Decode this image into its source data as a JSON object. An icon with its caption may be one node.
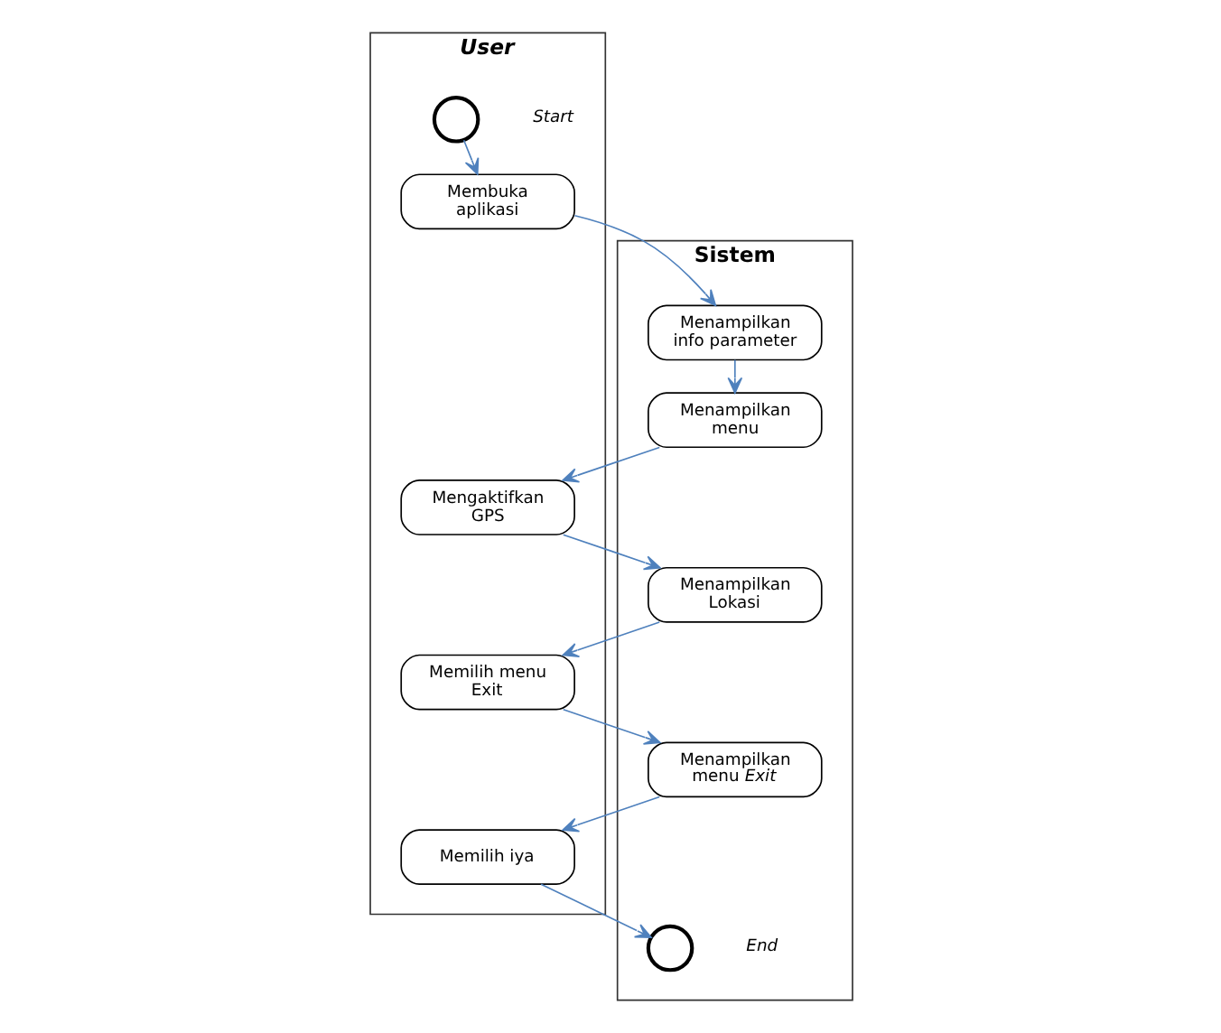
{
  "diagram": {
    "nodes": [
      {
        "text": [
          "User"
        ]
      },
      {
        "text": [
          "Sistem"
        ]
      },
      {
        "text": [],
        "shape": "circle",
        "beside": [
          "Start"
        ],
        "in": 0
      },
      {
        "text": [
          "Membuka aplikasi"
        ],
        "in": 0
      },
      {
        "text": [
          "Menampilkan info parameter"
        ],
        "in": 1
      },
      {
        "text": [
          "Mengaktifkan GPS"
        ],
        "in": 0
      },
      {
        "text": [
          "Menampilkan menu"
        ],
        "in": 1
      },
      {
        "text": [
          "Menampilkan Lokasi"
        ],
        "in": 1
      },
      {
        "text": [
          "Memilih menu Exit"
        ],
        "in": 0
      },
      {
        "text": [
          "Menampilkan menu *Exit*"
        ],
        "in": 1
      },
      {
        "text": [
          "Memilih iya"
        ],
        "in": 0
      },
      {
        "text": [],
        "shape": "circle",
        "beside": [
          "End"
        ],
        "in": 1
      }
    ],
    "edges": [
      {
        "from": 2,
        "to": 3,
        "arrow": "to"
      },
      {
        "from": 3,
        "to": 4,
        "arrow": "to"
      },
      {
        "from": 4,
        "to": 6,
        "arrow": "to"
      },
      {
        "from": 6,
        "to": 5,
        "arrow": "to"
      },
      {
        "from": 5,
        "to": 7,
        "arrow": "to"
      },
      {
        "from": 7,
        "to": 8,
        "arrow": "to"
      },
      {
        "from": 8,
        "to": 9,
        "arrow": "to"
      },
      {
        "from": 9,
        "to": 10,
        "arrow": "to"
      },
      {
        "from": 10,
        "to": 11,
        "arrow": "to"
      }
    ]
  }
}
